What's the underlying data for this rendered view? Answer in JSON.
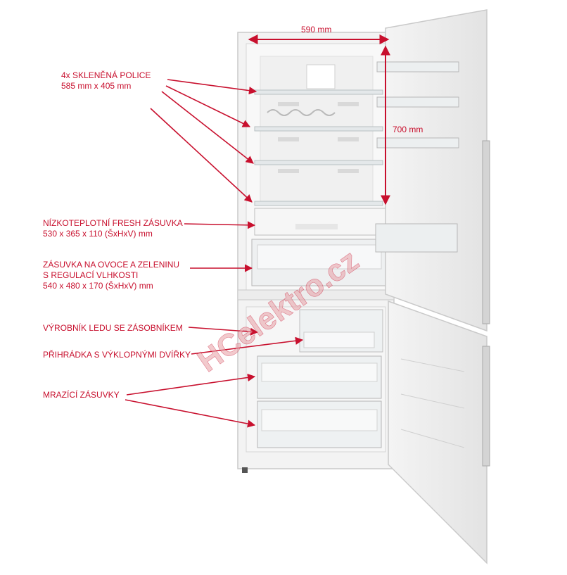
{
  "dimensions": {
    "width": "590 mm",
    "height": "700 mm"
  },
  "callouts": {
    "shelves": {
      "line1": "4x SKLENĚNÁ POLICE",
      "line2": "585 mm x 405 mm"
    },
    "fresh_drawer": {
      "line1": "NÍZKOTEPLOTNÍ FRESH ZÁSUVKA",
      "line2": "530 x 365 x 110 (ŠxHxV) mm"
    },
    "veg_drawer": {
      "line1": "ZÁSUVKA NA OVOCE A ZELENINU",
      "line2": "S REGULACÍ VLHKOSTI",
      "line3": "540 x 480 x 170 (ŠxHxV) mm"
    },
    "ice_maker": {
      "line1": "VÝROBNÍK LEDU SE ZÁSOBNÍKEM"
    },
    "flap_compartment": {
      "line1": "PŘIHRÁDKA S VÝKLOPNÝMI DVÍŘKY"
    },
    "freezer_drawers": {
      "line1": "MRAZÍCÍ ZÁSUVKY"
    }
  },
  "watermark": {
    "text": "HCelektro.cz"
  },
  "colors": {
    "annotation": "#c8102e",
    "fridge_body": "#f2f2f2",
    "fridge_edge": "#c9c9c9"
  }
}
